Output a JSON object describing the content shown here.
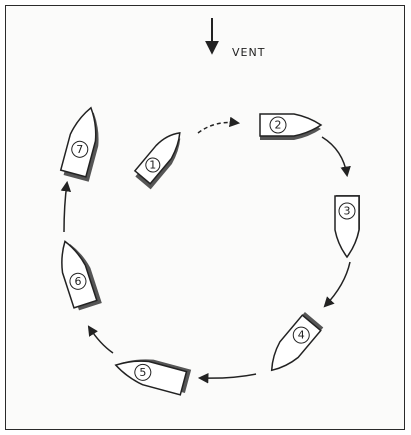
{
  "wind": {
    "label": "VENT",
    "icon": "down-arrow-icon"
  },
  "boats": [
    {
      "id": "1"
    },
    {
      "id": "2"
    },
    {
      "id": "3"
    },
    {
      "id": "4"
    },
    {
      "id": "5"
    },
    {
      "id": "6"
    },
    {
      "id": "7"
    }
  ],
  "colors": {
    "ink": "#222222",
    "paper": "#fbfbfa",
    "hull_fill": "#ffffff",
    "shadow": "#555555"
  }
}
